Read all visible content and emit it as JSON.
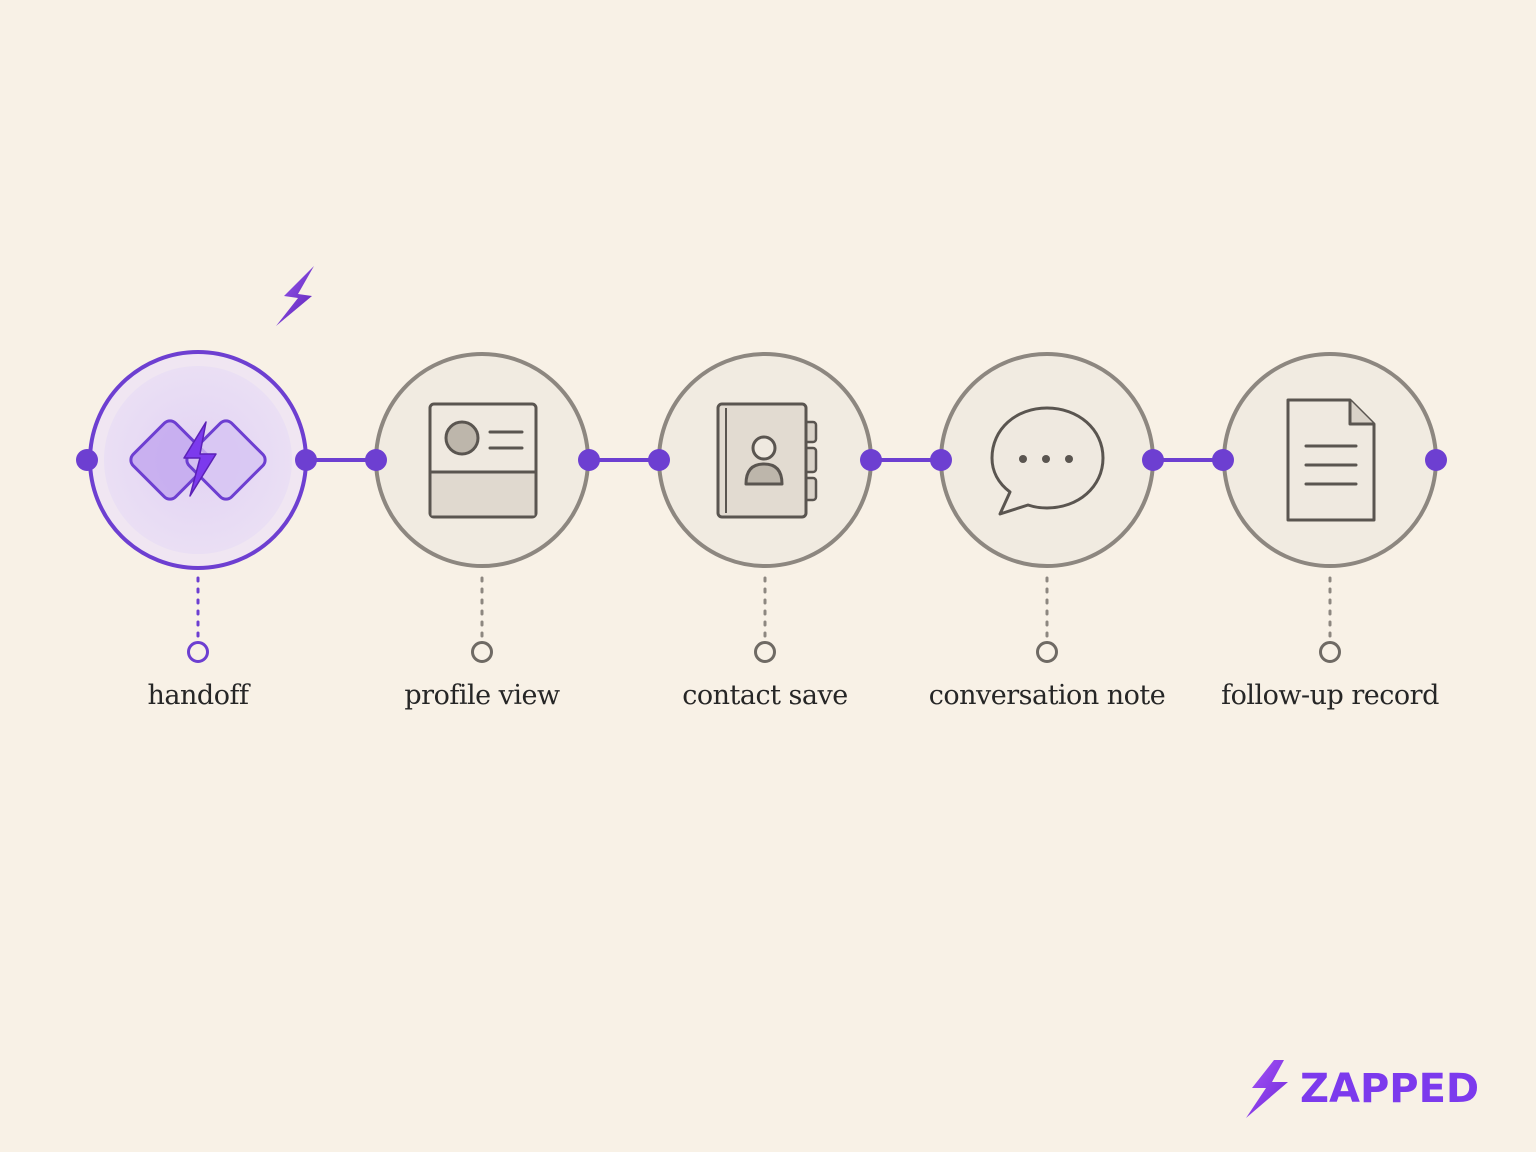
{
  "colors": {
    "background": "#f8f1e6",
    "accent": "#6d3fd1",
    "accent_light": "#e4d8f2",
    "node_stroke": "#8d8780",
    "icon_stroke": "#5a5550",
    "text": "#262626"
  },
  "steps": [
    {
      "label": "handoff",
      "icon": "handoff-diamond-icon",
      "active": true
    },
    {
      "label": "profile view",
      "icon": "profile-card-icon",
      "active": false
    },
    {
      "label": "contact save",
      "icon": "address-book-icon",
      "active": false
    },
    {
      "label": "conversation note",
      "icon": "chat-bubble-icon",
      "active": false
    },
    {
      "label": "follow-up record",
      "icon": "document-icon",
      "active": false
    }
  ],
  "brand": {
    "name": "ZAPPED",
    "icon": "lightning-bolt-icon"
  }
}
